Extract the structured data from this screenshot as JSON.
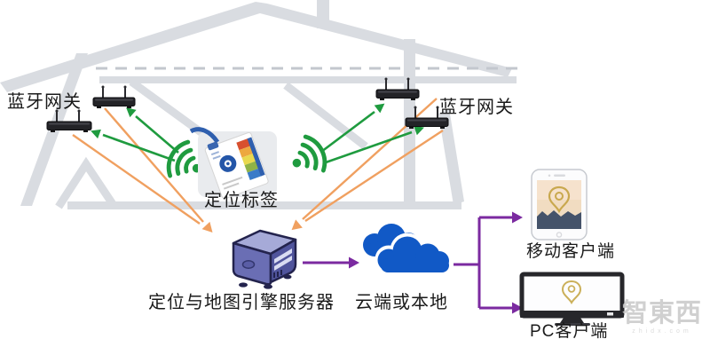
{
  "labels": {
    "gateway_left": "蓝牙网关",
    "gateway_right": "蓝牙网关",
    "tag": "定位标签",
    "server": "定位与地图引擎服务器",
    "cloud": "云端或本地",
    "mobile_client": "移动客户端",
    "pc_client": "PC客户端"
  },
  "watermark": {
    "brand": "智東西",
    "domain": "zhidx.com"
  },
  "colors": {
    "green": "#1f9b3f",
    "orange": "#f0a060",
    "purple": "#7b2aa0",
    "cloud": "#1159c6",
    "house": "#d9dce1",
    "ink": "#1a1a1a",
    "watermark": "#cccccc"
  },
  "icons": {
    "house": "house-outline",
    "router": "bluetooth-gateway-router-icon",
    "wifi": "wifi-signal-icon",
    "badge": "locating-badge-icon",
    "server": "server-tower-icon",
    "cloud": "cloud-icon",
    "phone": "smartphone-map-icon",
    "monitor": "desktop-monitor-icon"
  }
}
